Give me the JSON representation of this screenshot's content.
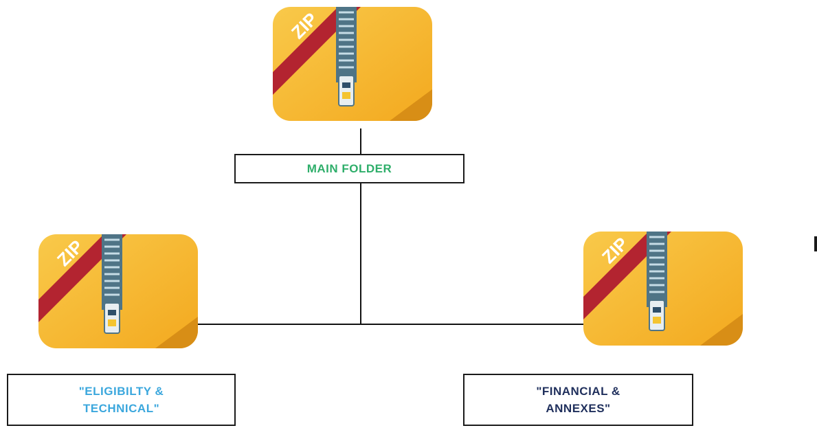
{
  "diagram": {
    "root": {
      "icon": "zip-archive-icon",
      "badge_text": "ZIP",
      "label": "MAIN FOLDER",
      "label_color": "#2eae6a"
    },
    "children": [
      {
        "icon": "zip-archive-icon",
        "badge_text": "ZIP",
        "label_line1": "\"ELIGIBILTY &",
        "label_line2": "TECHNICAL\"",
        "label_color": "#3ba7dd"
      },
      {
        "icon": "zip-archive-icon",
        "badge_text": "ZIP",
        "label_line1": "\"FINANCIAL &",
        "label_line2": "ANNEXES\"",
        "label_color": "#1f2f5c"
      }
    ],
    "colors": {
      "icon_base": "#f6b92b",
      "icon_shadow": "#d88e16",
      "ribbon": "#b32430",
      "zipper": "#4f7486",
      "connector": "#111111"
    }
  }
}
